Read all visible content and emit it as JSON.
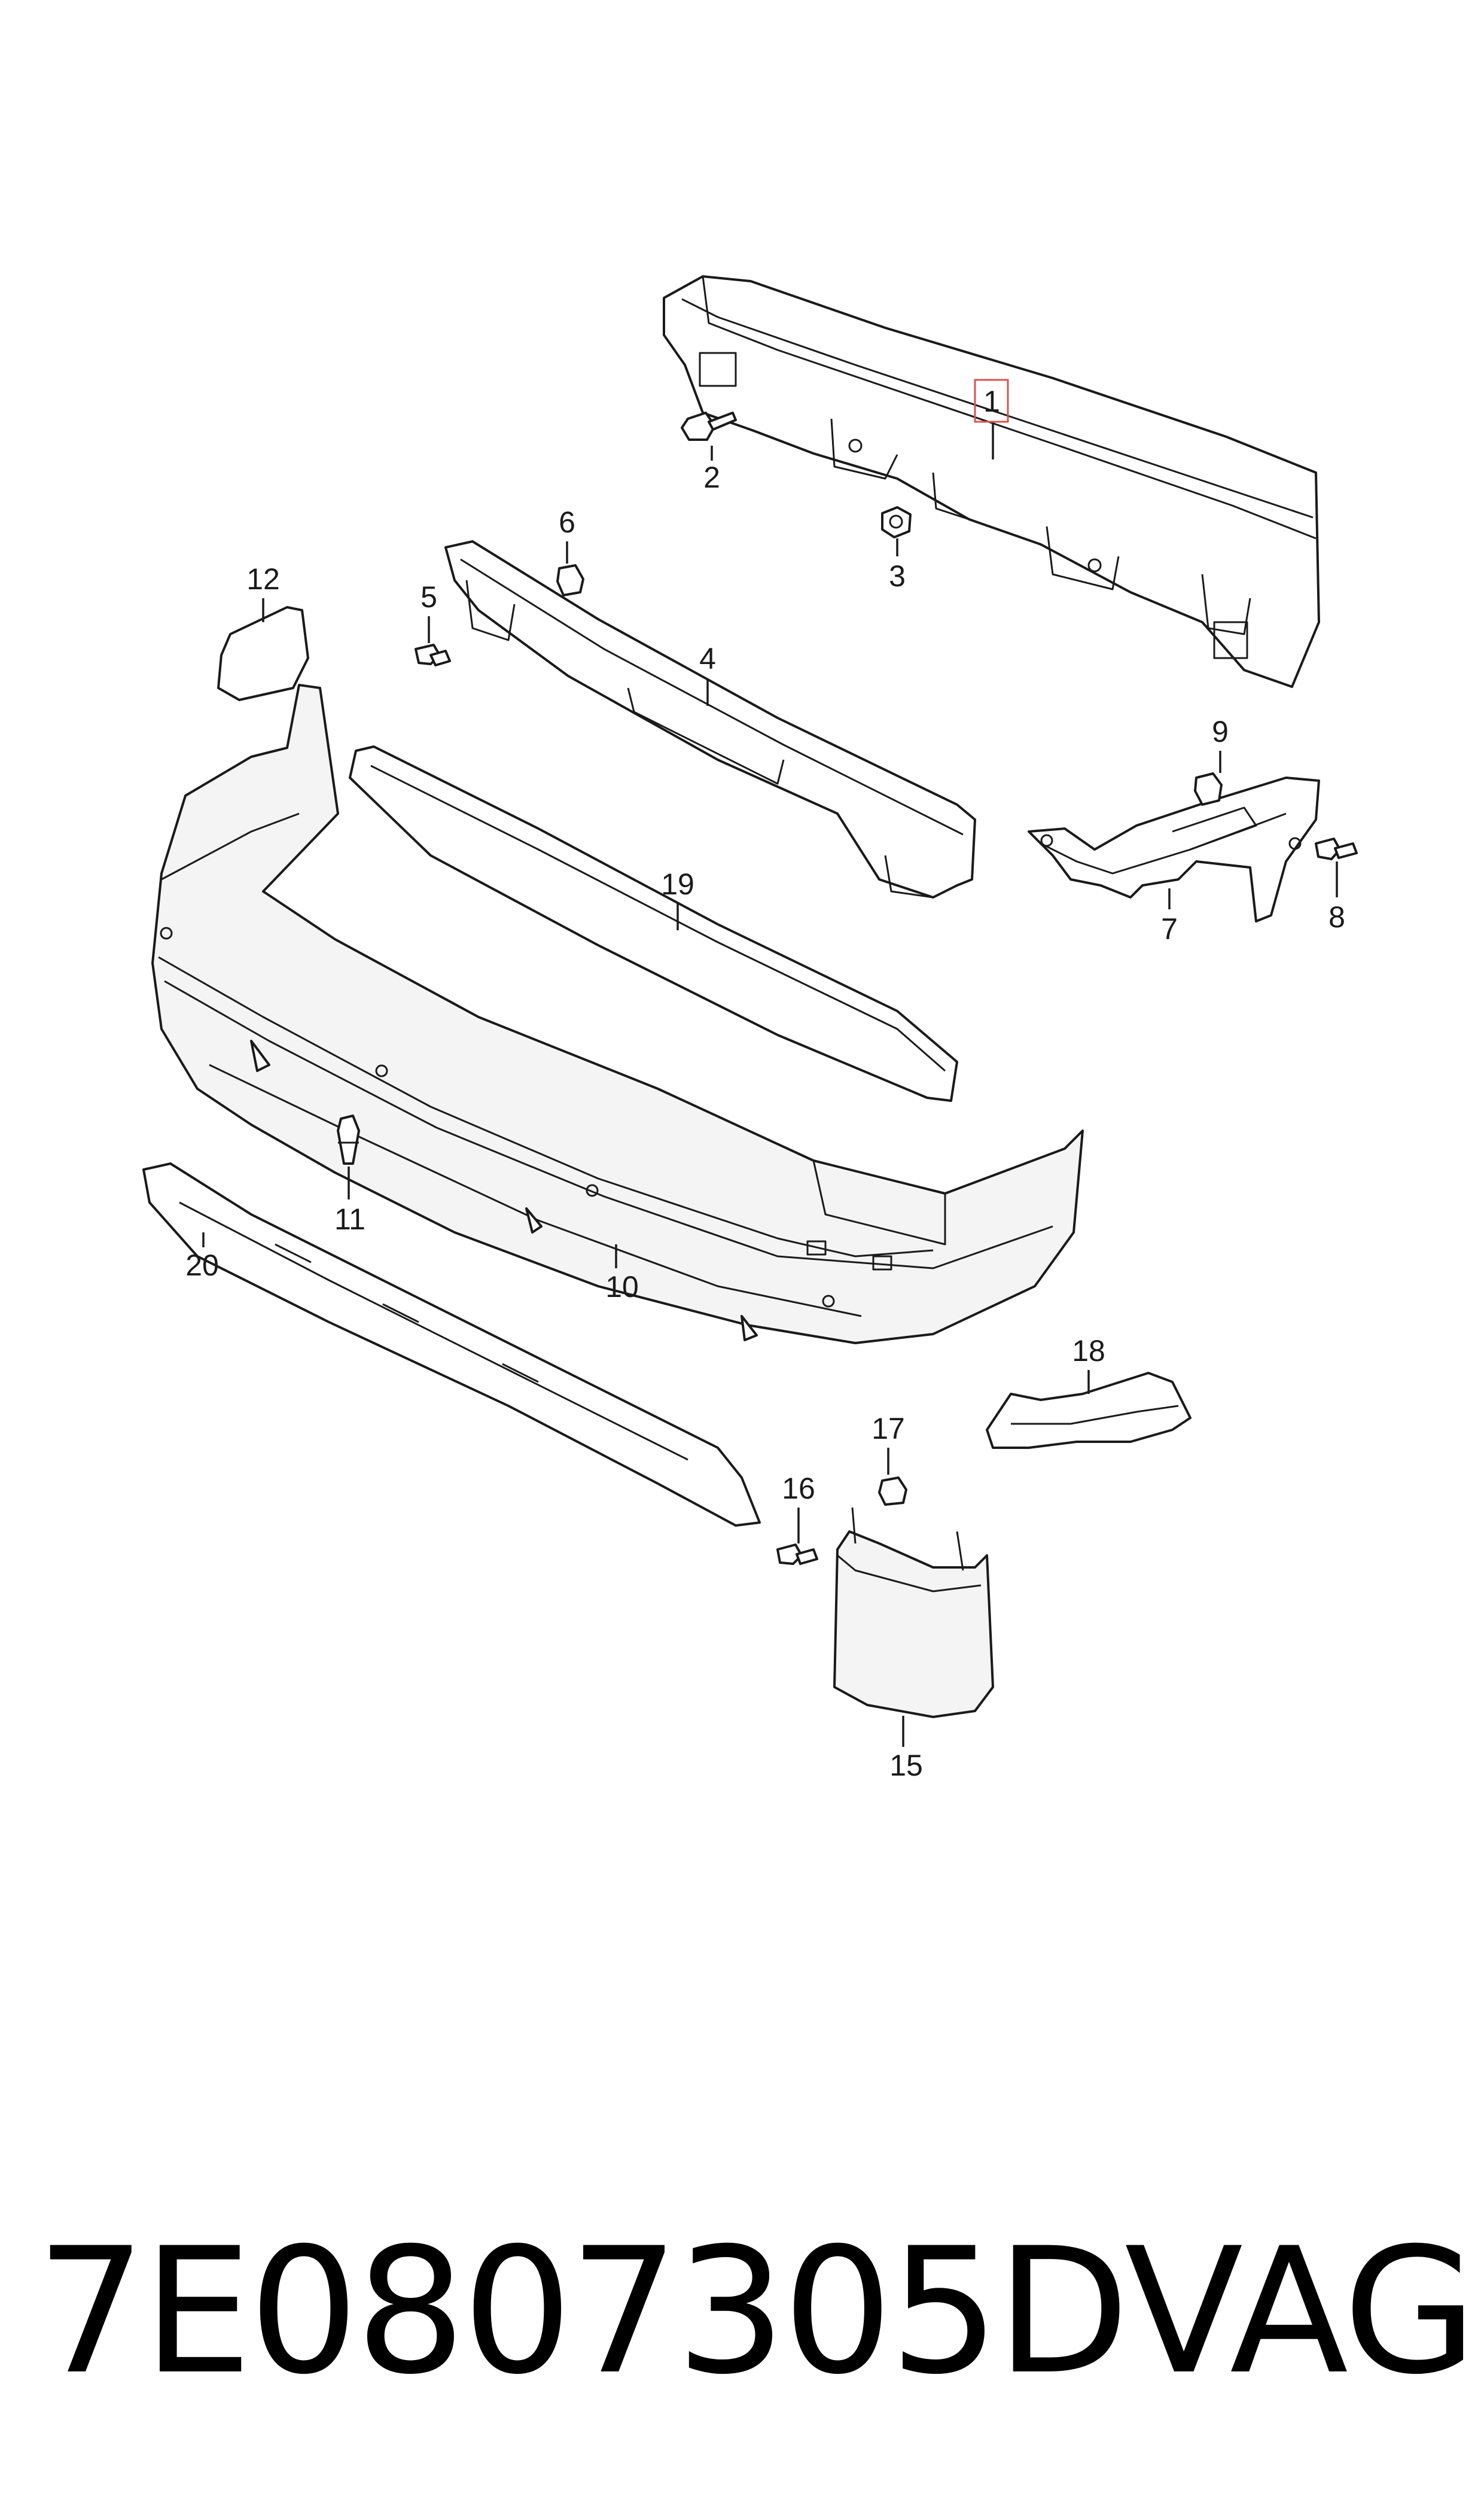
{
  "diagram": {
    "callouts": [
      {
        "id": "1",
        "label": "1",
        "highlighted": true
      },
      {
        "id": "2",
        "label": "2"
      },
      {
        "id": "3",
        "label": "3"
      },
      {
        "id": "4",
        "label": "4"
      },
      {
        "id": "5",
        "label": "5"
      },
      {
        "id": "6",
        "label": "6"
      },
      {
        "id": "7",
        "label": "7"
      },
      {
        "id": "8",
        "label": "8"
      },
      {
        "id": "9",
        "label": "9"
      },
      {
        "id": "10",
        "label": "10"
      },
      {
        "id": "11",
        "label": "11"
      },
      {
        "id": "12",
        "label": "12"
      },
      {
        "id": "15",
        "label": "15"
      },
      {
        "id": "16",
        "label": "16"
      },
      {
        "id": "17",
        "label": "17"
      },
      {
        "id": "18",
        "label": "18"
      },
      {
        "id": "19",
        "label": "19"
      },
      {
        "id": "20",
        "label": "20"
      }
    ],
    "highlight_color": "#d9534f",
    "line_color": "#1a1a1a"
  },
  "footer": {
    "part_number": "7E0807305D",
    "brand": "VAG"
  }
}
